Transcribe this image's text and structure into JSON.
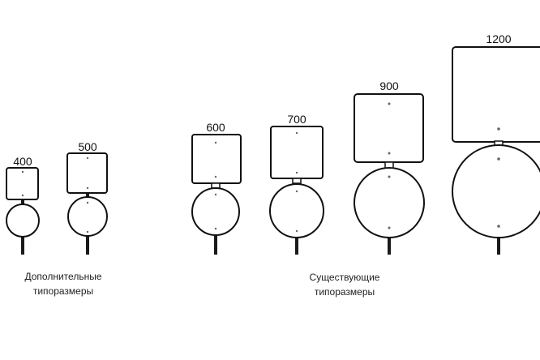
{
  "signs": [
    {
      "size": "400"
    },
    {
      "size": "500"
    },
    {
      "size": "600"
    },
    {
      "size": "700"
    },
    {
      "size": "900"
    },
    {
      "size": "1200"
    }
  ],
  "groups": {
    "additional": {
      "line1": "Дополнительные",
      "line2": "типоразмеры"
    },
    "existing": {
      "line1": "Существующие",
      "line2": "типоразмеры"
    }
  }
}
